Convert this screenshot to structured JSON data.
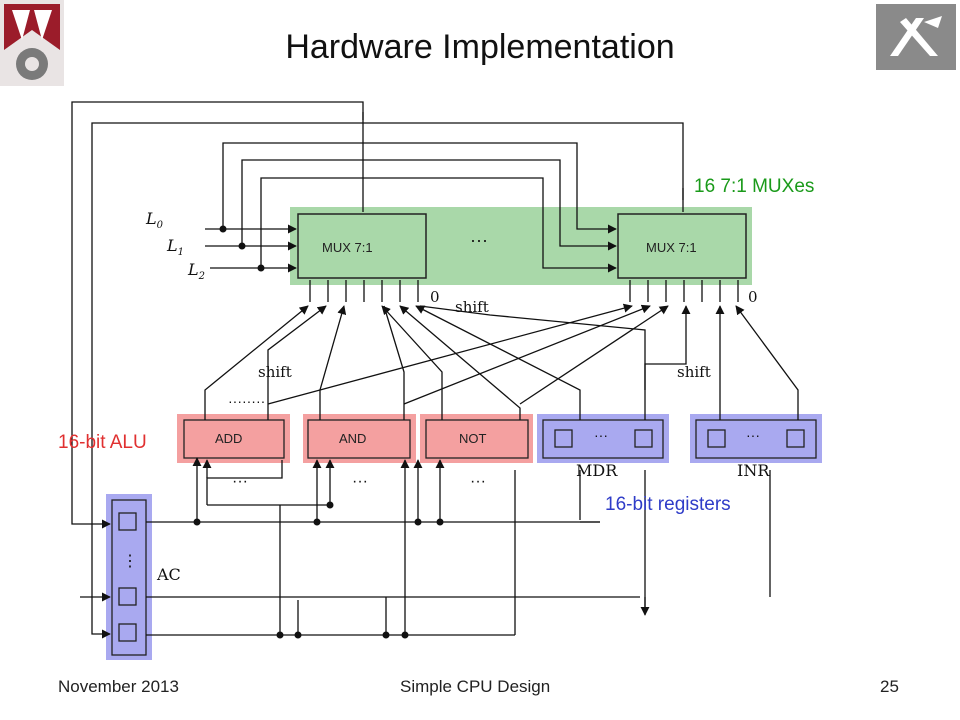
{
  "slide": {
    "title": "Hardware Implementation",
    "footer_date": "November 2013",
    "footer_title": "Simple CPU Design",
    "page_number": "25"
  },
  "diagram": {
    "mux_label_left": "MUX 7:1",
    "mux_label_right": "MUX 7:1",
    "mux_dots": "···",
    "mux_count_label": "16 7:1 MUXes",
    "alu_label": "16-bit ALU",
    "registers_label": "16-bit registers",
    "units": {
      "add": "ADD",
      "and": "AND",
      "not": "NOT"
    },
    "register_names": {
      "mdr": "MDR",
      "inr": "INR",
      "ac": "AC"
    },
    "control": {
      "l0": "L",
      "l0_sub": "0",
      "l1": "L",
      "l1_sub": "1",
      "l2": "L",
      "l2_sub": "2"
    },
    "shift": "shift",
    "zero": "0",
    "ellipsis": "···",
    "dotted": "········",
    "vdots": "⋮",
    "colors": {
      "green": "#a9d8a9",
      "red": "#f4a0a0",
      "blue": "#a9a9f0"
    }
  }
}
